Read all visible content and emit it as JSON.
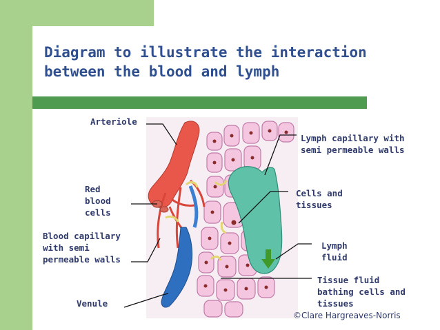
{
  "title": "Diagram to illustrate the interaction\nbetween the blood and lymph",
  "labels": {
    "arteriole": "Arteriole",
    "red_blood_cells": "Red\nblood\ncells",
    "blood_capillary": "Blood capillary\nwith semi\npermeable walls",
    "venule": "Venule",
    "lymph_capillary": "Lymph capillary with\nsemi permeable walls",
    "cells_tissues": "Cells and\ntissues",
    "lymph_fluid": "Lymph\nfluid",
    "tissue_fluid": "Tissue fluid\nbathing cells and\ntissues"
  },
  "credit": "©Clare Hargreaves-Norris",
  "colors": {
    "accent_green": "#a9d18e",
    "title_rule": "#4f9b4f",
    "title_text": "#2f4f8f",
    "arteriole": "#e8574a",
    "venule": "#2f6fbf",
    "lymph": "#5fc1a8",
    "cell": "#f4c6e0"
  }
}
